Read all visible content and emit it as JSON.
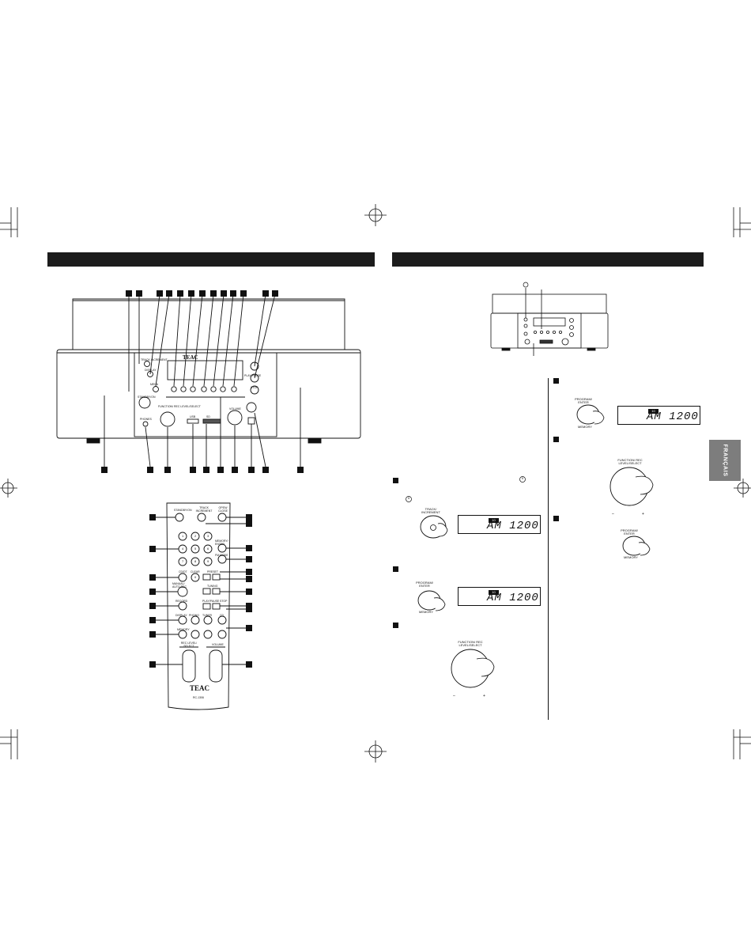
{
  "brand": "TEAC",
  "remote": {
    "model": "RC-1306",
    "top_labels": [
      "STANDBY/ON",
      "TRACK INCREMENT",
      "OPEN/ CLOSE"
    ],
    "digits": [
      "1",
      "2",
      "3",
      "4",
      "5",
      "6",
      "7",
      "8",
      "9",
      "0"
    ],
    "row_labels": [
      "CD/DT",
      "CLEAR",
      "PRESET",
      "TUNING",
      "MANUAL/ AUTO REC",
      "RECORD",
      "PLAY/PAUSE",
      "STOP",
      "DISPLAY",
      "PHONO",
      "TUNER",
      "CD",
      "MEMORY",
      "REC LEVEL/ SELECT",
      "VOLUME"
    ],
    "side_labels": [
      "MEMORY/ ENTER",
      "FM MODE"
    ]
  },
  "front_panel": {
    "labels": [
      "TRACK INCREMENT",
      "DISPLAY",
      "MENU",
      "PLAY/PAUSE",
      "STOP",
      "STANDBY/ON",
      "FUNCTION/ REC LEVEL/SELECT",
      "VOLUME",
      "PHONES",
      "USB",
      "SD"
    ]
  },
  "steps": {
    "track_increment_label": "TRACK/ INCREMENT",
    "program_enter_label": "PROGRAM/ ENTER",
    "memory_label": "MEMORY",
    "function_label": "FUNCTION/ REC LEVEL/SELECT",
    "display_text": "AM 1200",
    "display_indicator": "10"
  },
  "side_tab": "FRANÇAIS"
}
